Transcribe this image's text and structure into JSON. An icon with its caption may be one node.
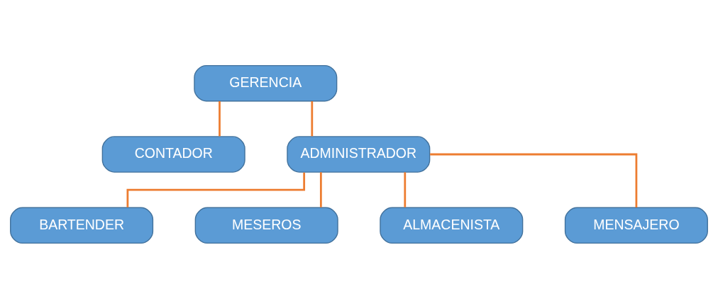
{
  "diagram": {
    "nodes": [
      {
        "text": [
          "GERENCIA"
        ]
      },
      {
        "text": [
          "CONTADOR"
        ]
      },
      {
        "text": [
          "ADMINISTRADOR"
        ]
      },
      {
        "text": [
          "BARTENDER"
        ]
      },
      {
        "text": [
          "MESEROS"
        ]
      },
      {
        "text": [
          "ALMACENISTA"
        ]
      },
      {
        "text": [
          "MENSAJERO"
        ]
      }
    ],
    "edges": [
      {
        "from": 0,
        "to": 1,
        "arrow": "none"
      },
      {
        "from": 0,
        "to": 2,
        "arrow": "none"
      },
      {
        "from": 2,
        "to": 3,
        "arrow": "none"
      },
      {
        "from": 2,
        "to": 4,
        "arrow": "none"
      },
      {
        "from": 2,
        "to": 5,
        "arrow": "none"
      },
      {
        "from": 2,
        "to": 6,
        "arrow": "none"
      }
    ]
  }
}
